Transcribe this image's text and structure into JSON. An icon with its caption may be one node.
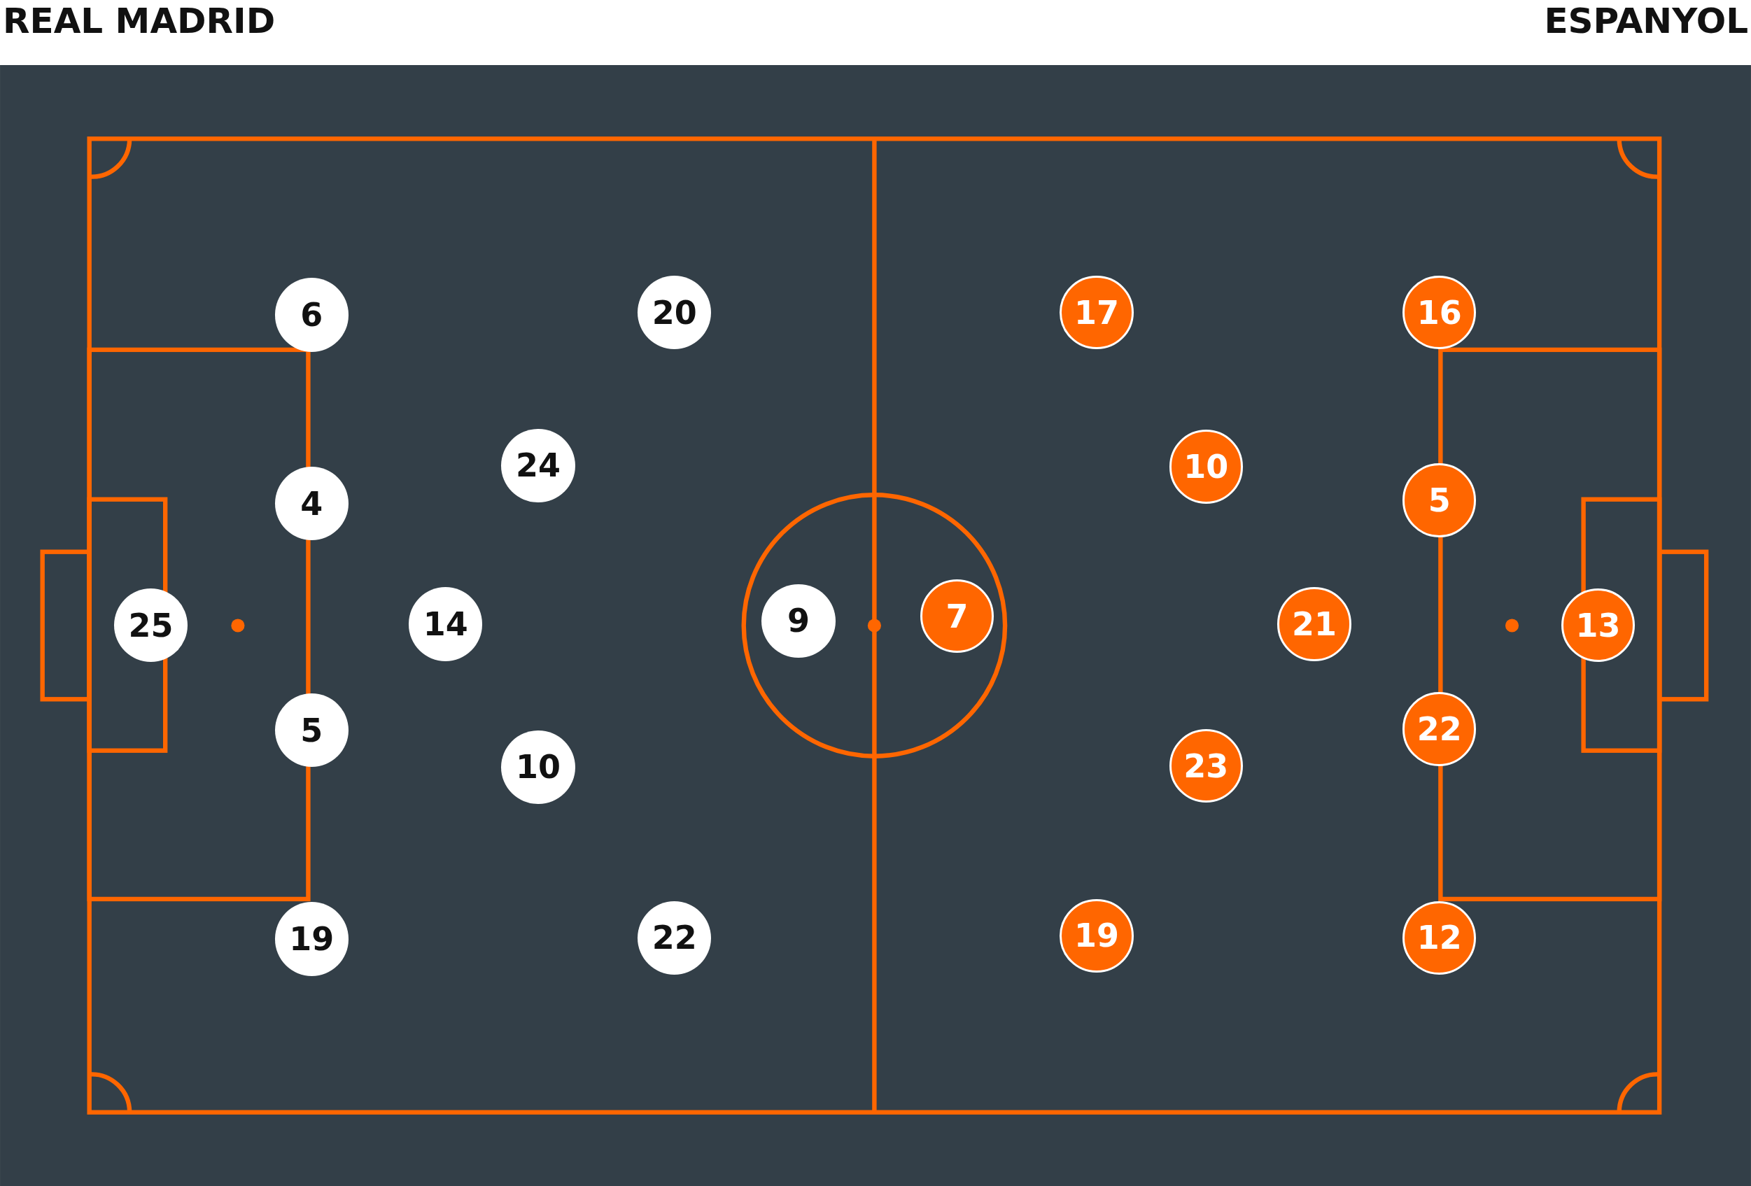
{
  "diagram": {
    "nodes": [
      {
        "text": [
          "25"
        ]
      },
      {
        "text": [
          "6"
        ]
      },
      {
        "text": [
          "4"
        ]
      },
      {
        "text": [
          "5"
        ]
      },
      {
        "text": [
          "19"
        ]
      },
      {
        "text": [
          "14"
        ]
      },
      {
        "text": [
          "24"
        ]
      },
      {
        "text": [
          "10"
        ]
      },
      {
        "text": [
          "20"
        ]
      },
      {
        "text": [
          "22"
        ]
      },
      {
        "text": [
          "9"
        ]
      },
      {
        "text": [
          "7"
        ]
      },
      {
        "text": [
          "17"
        ]
      },
      {
        "text": [
          "10"
        ]
      },
      {
        "text": [
          "23"
        ]
      },
      {
        "text": [
          "19"
        ]
      },
      {
        "text": [
          "21"
        ]
      },
      {
        "text": [
          "16"
        ]
      },
      {
        "text": [
          "5"
        ]
      },
      {
        "text": [
          "22"
        ]
      },
      {
        "text": [
          "12"
        ]
      },
      {
        "text": [
          "13"
        ]
      }
    ],
    "edges": [],
    "labels": [
      "REAL MADRID",
      "ESPANYOL"
    ]
  }
}
